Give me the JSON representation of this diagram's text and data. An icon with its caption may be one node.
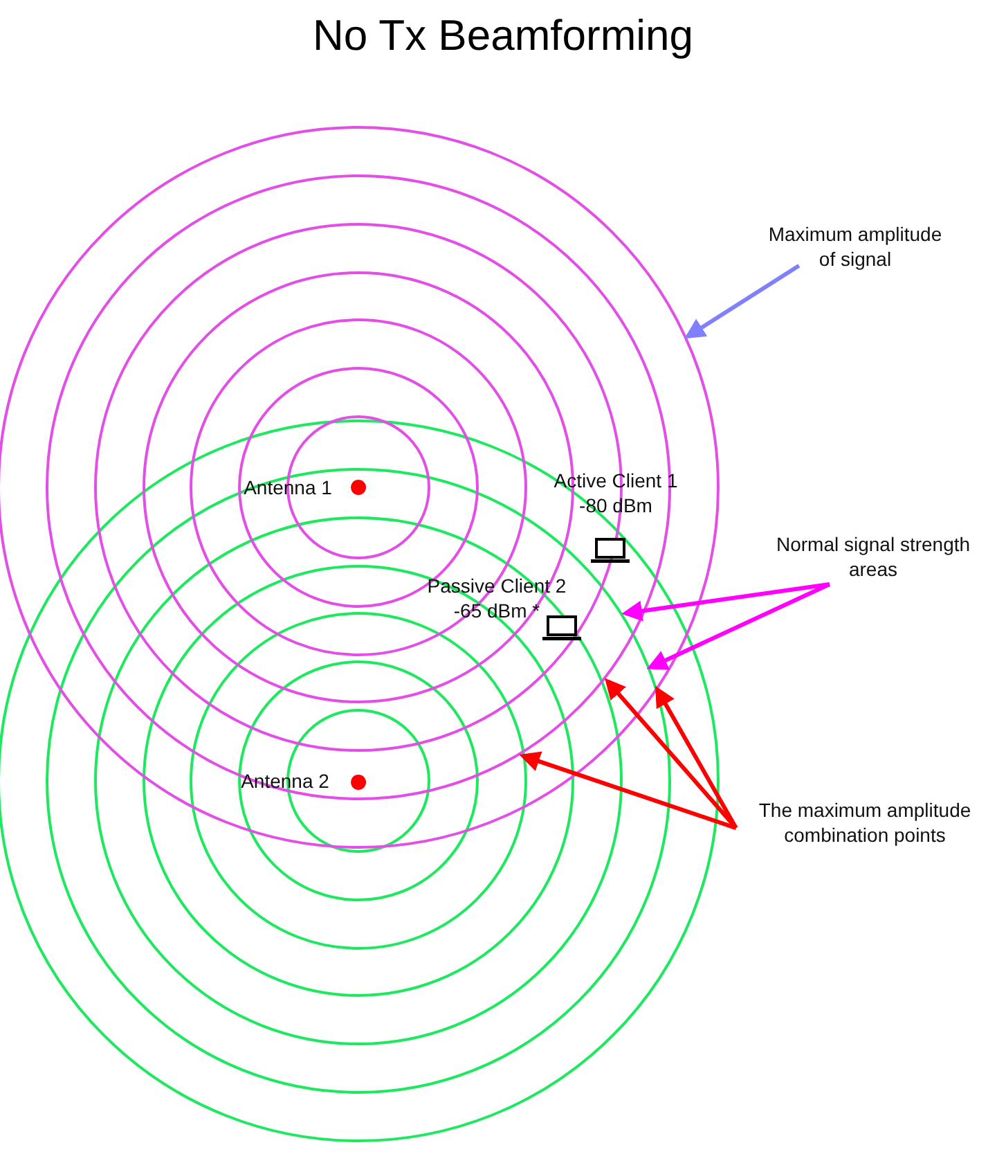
{
  "diagram": {
    "title": "No Tx Beamforming",
    "nodes": [
      {
        "text": [
          "Antenna 1"
        ]
      },
      {
        "text": [
          "Active Client 1 -80 dBm"
        ]
      },
      {
        "text": [
          "Passive Client 2 -65 dBm *"
        ]
      },
      {
        "text": [
          "Antenna 2"
        ]
      },
      {
        "text": [
          "Maximum amplitude of signal"
        ]
      },
      {
        "text": [
          "Normal signal strength areas"
        ]
      },
      {
        "text": [
          "The maximum amplitude combination points"
        ]
      }
    ],
    "edges": [
      {
        "from": 4,
        "to": null,
        "arrow": "to",
        "color": "#8080ff"
      },
      {
        "from": 5,
        "to": null,
        "arrow": "to",
        "color": "#ff00ff"
      },
      {
        "from": 5,
        "to": null,
        "arrow": "to",
        "color": "#ff00ff"
      },
      {
        "from": 6,
        "to": null,
        "arrow": "to"
      },
      {
        "from": 6,
        "to": null,
        "arrow": "to"
      },
      {
        "from": 6,
        "to": null,
        "arrow": "to"
      }
    ]
  }
}
